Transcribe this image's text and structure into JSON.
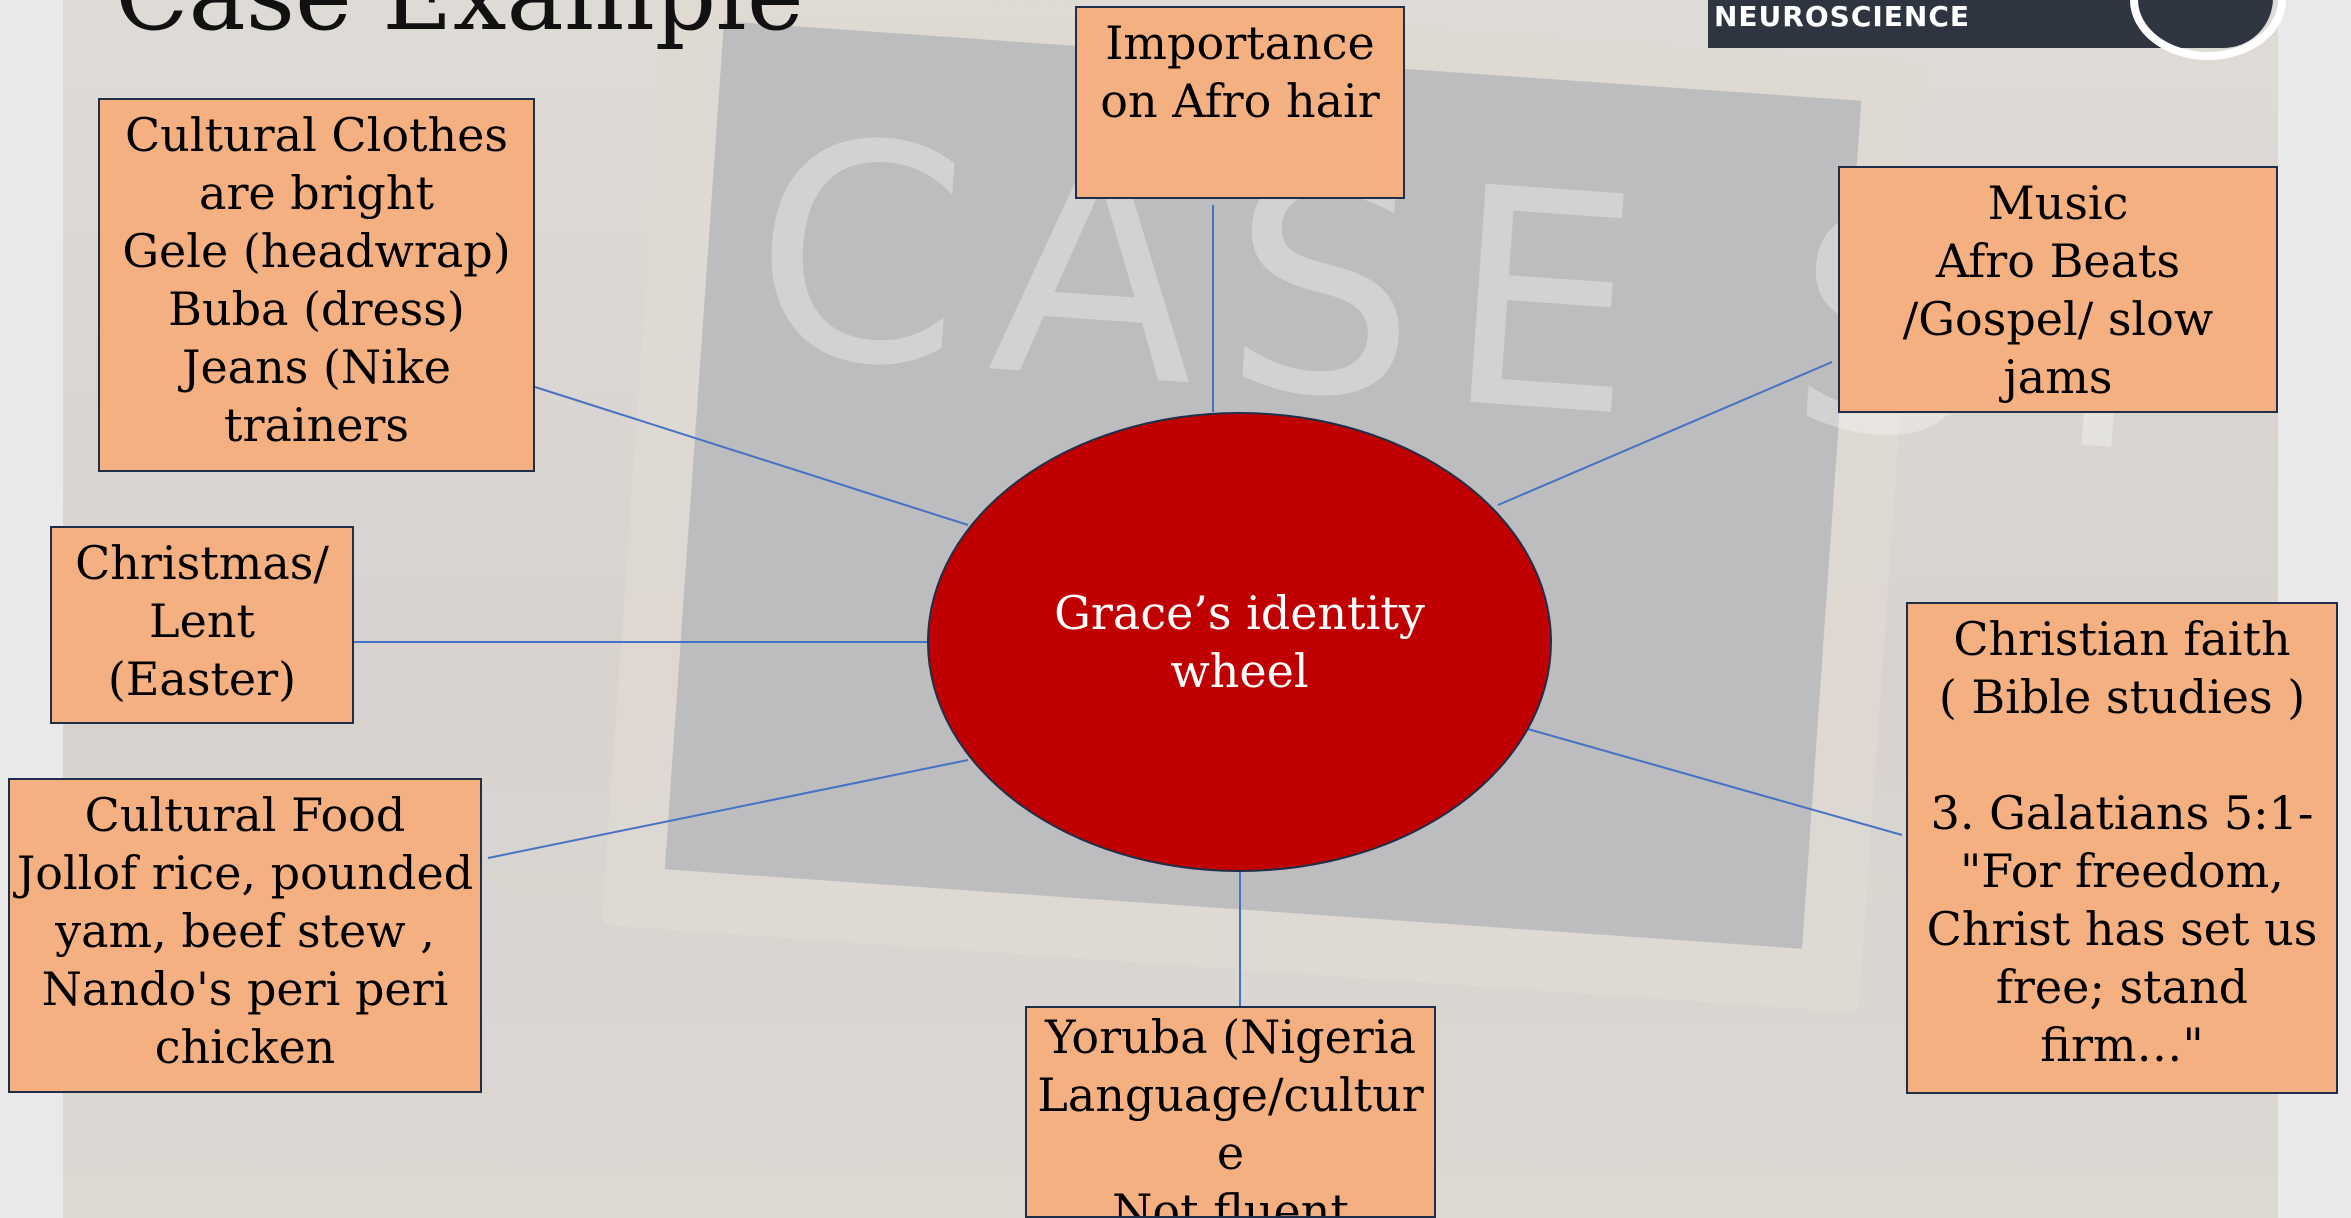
{
  "slide": {
    "title": "Case Example",
    "logo_text": "NEUROSCIENCE",
    "background_text": "CASE ST"
  },
  "diagram": {
    "hub": "Grace’s identity\nwheel",
    "nodes": {
      "hair": "Importance\non Afro hair",
      "clothes": "Cultural Clothes\nare bright\nGele (headwrap)\nBuba (dress)\nJeans  (Nike\ntrainers",
      "music": "Music\nAfro Beats\n/Gospel/ slow\njams",
      "holidays": "Christmas/\nLent\n(Easter)",
      "faith": "Christian faith\n( Bible studies )\n\n3. Galatians 5:1-\n\"For freedom,\nChrist has set us\nfree; stand firm…\"",
      "food": "Cultural Food\nJollof rice, pounded\nyam,  beef  stew ,\nNando's peri peri\nchicken",
      "language": "Yoruba (Nigeria\nLanguage/cultur\ne\nNot fluent"
    },
    "colors": {
      "hub": "#c00000",
      "node": "#f5b081",
      "border": "#1f2f4a",
      "connector": "#4472c4"
    }
  }
}
